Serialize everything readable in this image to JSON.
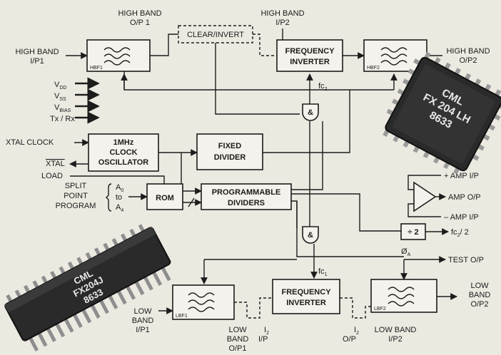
{
  "labels": {
    "hb_ip1": [
      "HIGH BAND",
      "I/P1"
    ],
    "hb_op1": [
      "HIGH BAND",
      "O/P 1"
    ],
    "hb_ip2": [
      "HIGH BAND",
      "I/P2"
    ],
    "hb_op2": [
      "HIGH BAND",
      "O/P2"
    ],
    "clear_invert": "CLEAR/INVERT",
    "freq_inv": [
      "FREQUENCY",
      "INVERTER"
    ],
    "hbf1": "HBF1",
    "hbf2": "HBF2",
    "fc2": "fc",
    "fc2_sub": "2",
    "supplies": [
      "V",
      "V",
      "V",
      "Tx / Rx"
    ],
    "supply_subs": [
      "DD",
      "SS",
      "BIAS"
    ],
    "xtal_clock": "XTAL CLOCK",
    "xtal_bar": "XTAL",
    "clock_osc": [
      "1MHz",
      "CLOCK",
      "OSCILLATOR"
    ],
    "fixed_div": [
      "FIXED",
      "DIVIDER"
    ],
    "load": "LOAD",
    "split": [
      "SPLIT",
      "POINT",
      "PROGRAM"
    ],
    "a_labels": [
      "A",
      "to",
      "A"
    ],
    "a_subs": [
      "0",
      "4"
    ],
    "rom": "ROM",
    "prog_div": [
      "PROGRAMMABLE",
      "DIVIDERS"
    ],
    "and_gate": "&",
    "amp_ip_plus": "+ AMP I/P",
    "amp_op": "AMP O/P",
    "amp_ip_minus": "– AMP I/P",
    "div2": "÷ 2",
    "fc2_half": "fc",
    "fc2_half_sub": "2",
    "fc2_half_tail": "/ 2",
    "phi": "Ø",
    "phi_sub": "A",
    "test_op": "TEST O/P",
    "fc1": "fc",
    "fc1_sub": "1",
    "lb_ip1": [
      "LOW",
      "BAND",
      "I/P1"
    ],
    "lbf1": "LBF1",
    "lb_op1": [
      "LOW",
      "BAND",
      "O/P1"
    ],
    "i2_ip": [
      "I",
      "I/P"
    ],
    "i2_op": [
      "I",
      "O/P"
    ],
    "i2_sub": "2",
    "lb_ip2": [
      "LOW BAND",
      "I/P2"
    ],
    "lbf2": "LBF2",
    "lb_op2": [
      "LOW",
      "BAND",
      "O/P2"
    ],
    "chip_top": [
      "CML",
      "FX 204 LH",
      "8633"
    ],
    "chip_bottom": [
      "CML",
      "FX204J",
      "8633"
    ]
  },
  "colors": {
    "background": "#ece9e1",
    "ink": "#1c1c1c",
    "chip_body": "#2a2a2a"
  }
}
